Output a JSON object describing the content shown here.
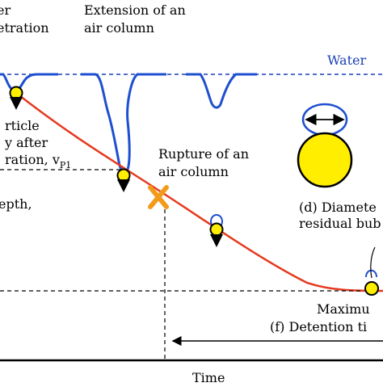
{
  "labels": {
    "top_left_line1": "er",
    "top_left_line2": "etration",
    "extension_line1": "Extension of  an",
    "extension_line2": "air column",
    "water": "Water",
    "particle_line1": "rticle",
    "particle_line2": "y after",
    "particle_line3": "ration, v",
    "particle_sub": "P1",
    "rupture_line1": "Rupture of an",
    "rupture_line2": "air column",
    "depth": "epth,",
    "diameter_line1": "(d) Diamete",
    "diameter_line2": "residual bub",
    "maximum": "Maximu",
    "detention": "(f) Detention ti",
    "time_axis": "Time"
  },
  "colors": {
    "curve": "#e53a1e",
    "water_line": "#1a3fb5",
    "air_column": "#1e4fd0",
    "particle_fill": "#ffee00",
    "rupture_marker": "#f29b1b",
    "ink": "#000000"
  },
  "icons": {
    "rupture": "x-cross-icon",
    "velocity": "down-arrow-icon",
    "diameter": "double-arrow-icon"
  }
}
